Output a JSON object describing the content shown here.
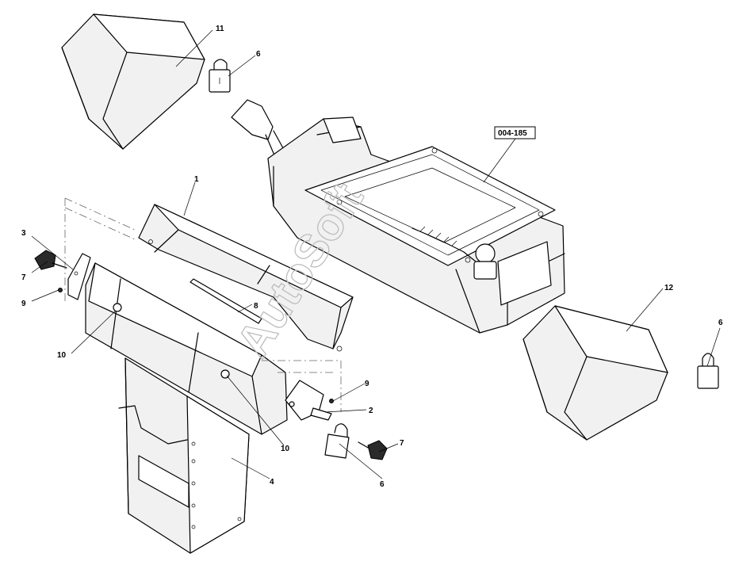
{
  "diagram": {
    "reference": "004-185",
    "watermark": "AutoSoft",
    "callouts": [
      {
        "id": "c11",
        "label": "11"
      },
      {
        "id": "c6a",
        "label": "6"
      },
      {
        "id": "c1",
        "label": "1"
      },
      {
        "id": "c3",
        "label": "3"
      },
      {
        "id": "c7a",
        "label": "7"
      },
      {
        "id": "c9a",
        "label": "9"
      },
      {
        "id": "c8",
        "label": "8"
      },
      {
        "id": "c10a",
        "label": "10"
      },
      {
        "id": "c12",
        "label": "12"
      },
      {
        "id": "c6b",
        "label": "6"
      },
      {
        "id": "c9b",
        "label": "9"
      },
      {
        "id": "c2",
        "label": "2"
      },
      {
        "id": "c10b",
        "label": "10"
      },
      {
        "id": "c7b",
        "label": "7"
      },
      {
        "id": "c6c",
        "label": "6"
      },
      {
        "id": "c4",
        "label": "4"
      }
    ]
  }
}
